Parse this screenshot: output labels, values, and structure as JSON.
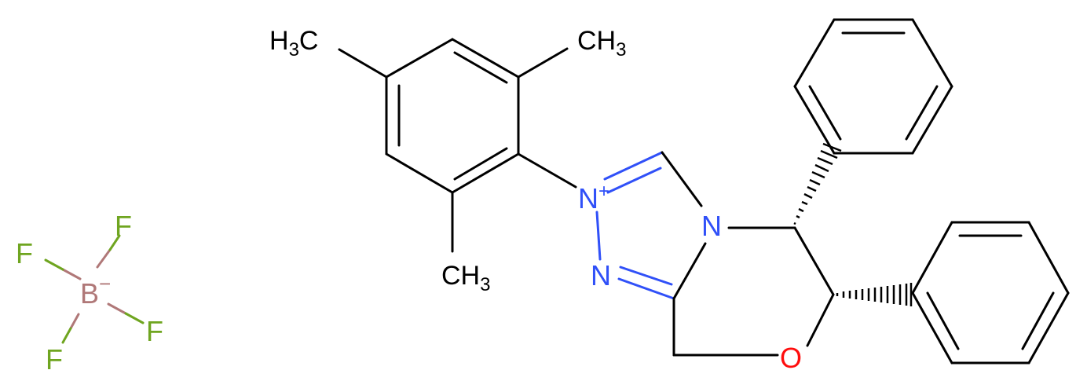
{
  "atom_labels": {
    "methyl_top_left": {
      "main": "H",
      "sub": "3",
      "tail": "C"
    },
    "methyl_top_right": {
      "main": "CH",
      "sub": "3"
    },
    "methyl_bottom": {
      "main": "CH",
      "sub": "3"
    },
    "n_plus": {
      "main": "N",
      "charge": "+"
    },
    "n_ring": "N",
    "n_low": "N",
    "oxygen": "O",
    "boron": {
      "main": "B",
      "charge": "−"
    },
    "f_top": "F",
    "f_left": "F",
    "f_right": "F",
    "f_bottom": "F"
  },
  "colors": {
    "bond": "#000000",
    "nitrogen": "#3050F8",
    "oxygen": "#FF0D0D",
    "boron": "#B07878",
    "fluorine": "#6FA520",
    "carbon_label": "#000000"
  }
}
